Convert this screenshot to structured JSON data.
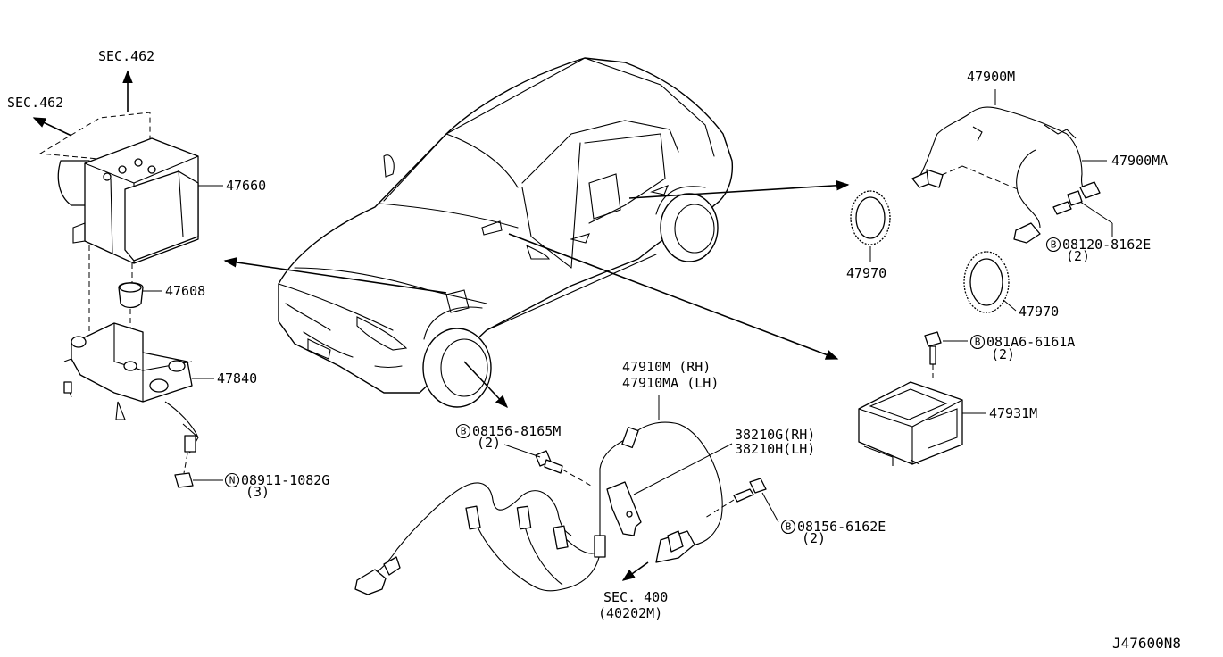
{
  "diagram": {
    "sec_labels": {
      "sec462_top": "SEC.462",
      "sec462_left": "SEC.462",
      "sec400": "SEC. 400",
      "sec400_sub": "(40202M)"
    },
    "parts": {
      "p47660": "47660",
      "p47608": "47608",
      "p47840": "47840",
      "p08911": "08911-1082G",
      "p08911_qty": "(3)",
      "p08156_8165": "08156-8165M",
      "p08156_8165_qty": "(2)",
      "p47910m": "47910M  (RH)",
      "p47910ma": "47910MA (LH)",
      "p38210g": "38210G(RH)",
      "p38210h": "38210H(LH)",
      "p08156_6162": "08156-6162E",
      "p08156_6162_qty": "(2)",
      "p47900m": "47900M",
      "p47900ma": "47900MA",
      "p08120": "08120-8162E",
      "p08120_qty": "(2)",
      "p47970_a": "47970",
      "p47970_b": "47970",
      "p081a6": "081A6-6161A",
      "p081a6_qty": "(2)",
      "p47931m": "47931M"
    },
    "badges": {
      "n": "N",
      "b1": "B",
      "b2": "B",
      "b3": "B",
      "b4": "B"
    },
    "diagram_code": "J47600N8"
  }
}
